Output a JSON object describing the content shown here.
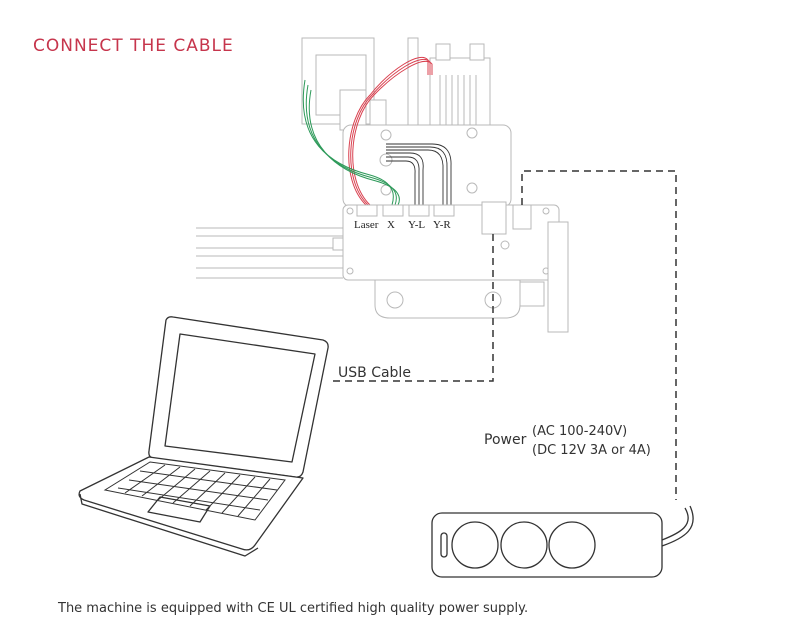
{
  "title": "CONNECT THE CABLE",
  "colors": {
    "title": "#c6354c",
    "laser_wire": "#d9404f",
    "x_wire": "#2e9a5a",
    "y_wire": "#333333"
  },
  "connectors": [
    "Laser",
    "X",
    "Y-L",
    "Y-R"
  ],
  "usb_label": "USB Cable",
  "power": {
    "label": "Power",
    "ac": "(AC 100-240V)",
    "dc": "(DC 12V 3A or 4A)"
  },
  "footer": "The machine is equipped with CE UL certified high quality power supply."
}
